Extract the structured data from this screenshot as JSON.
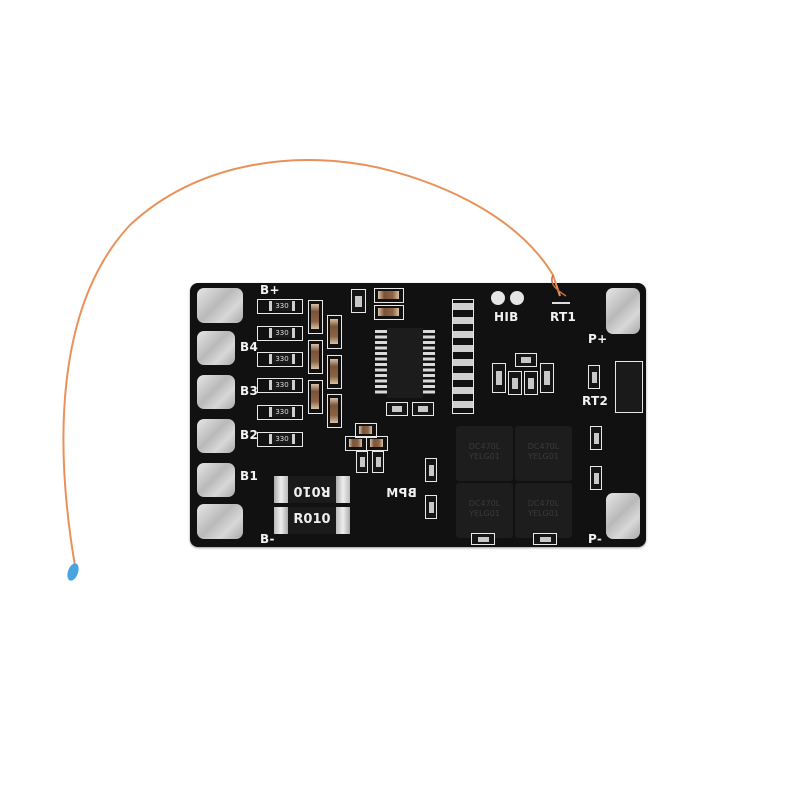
{
  "image": {
    "subject": "Battery management system (BMS) protection PCB with NTC thermistor on orange wire",
    "background": "#ffffff",
    "board_color": "#111111",
    "wire_color": "#e8925a",
    "thermistor_color": "#4aa3df"
  },
  "silkscreen": {
    "b_plus": "B+",
    "b4": "B4",
    "b3": "B3",
    "b2": "B2",
    "b1": "B1",
    "b_minus": "B-",
    "hib": "HIB",
    "rt1": "RT1",
    "rt2": "RT2",
    "p_plus": "P+",
    "p_minus": "P-",
    "logo": "BPM"
  },
  "resistors": [
    "330",
    "330",
    "330",
    "330",
    "330",
    "330"
  ],
  "shunts": [
    "R010",
    "R010"
  ],
  "mosfets": [
    "DC470L\nYELG01",
    "DC470L\nYELG01",
    "DC470L\nYELG01",
    "DC470L\nYELG01"
  ]
}
